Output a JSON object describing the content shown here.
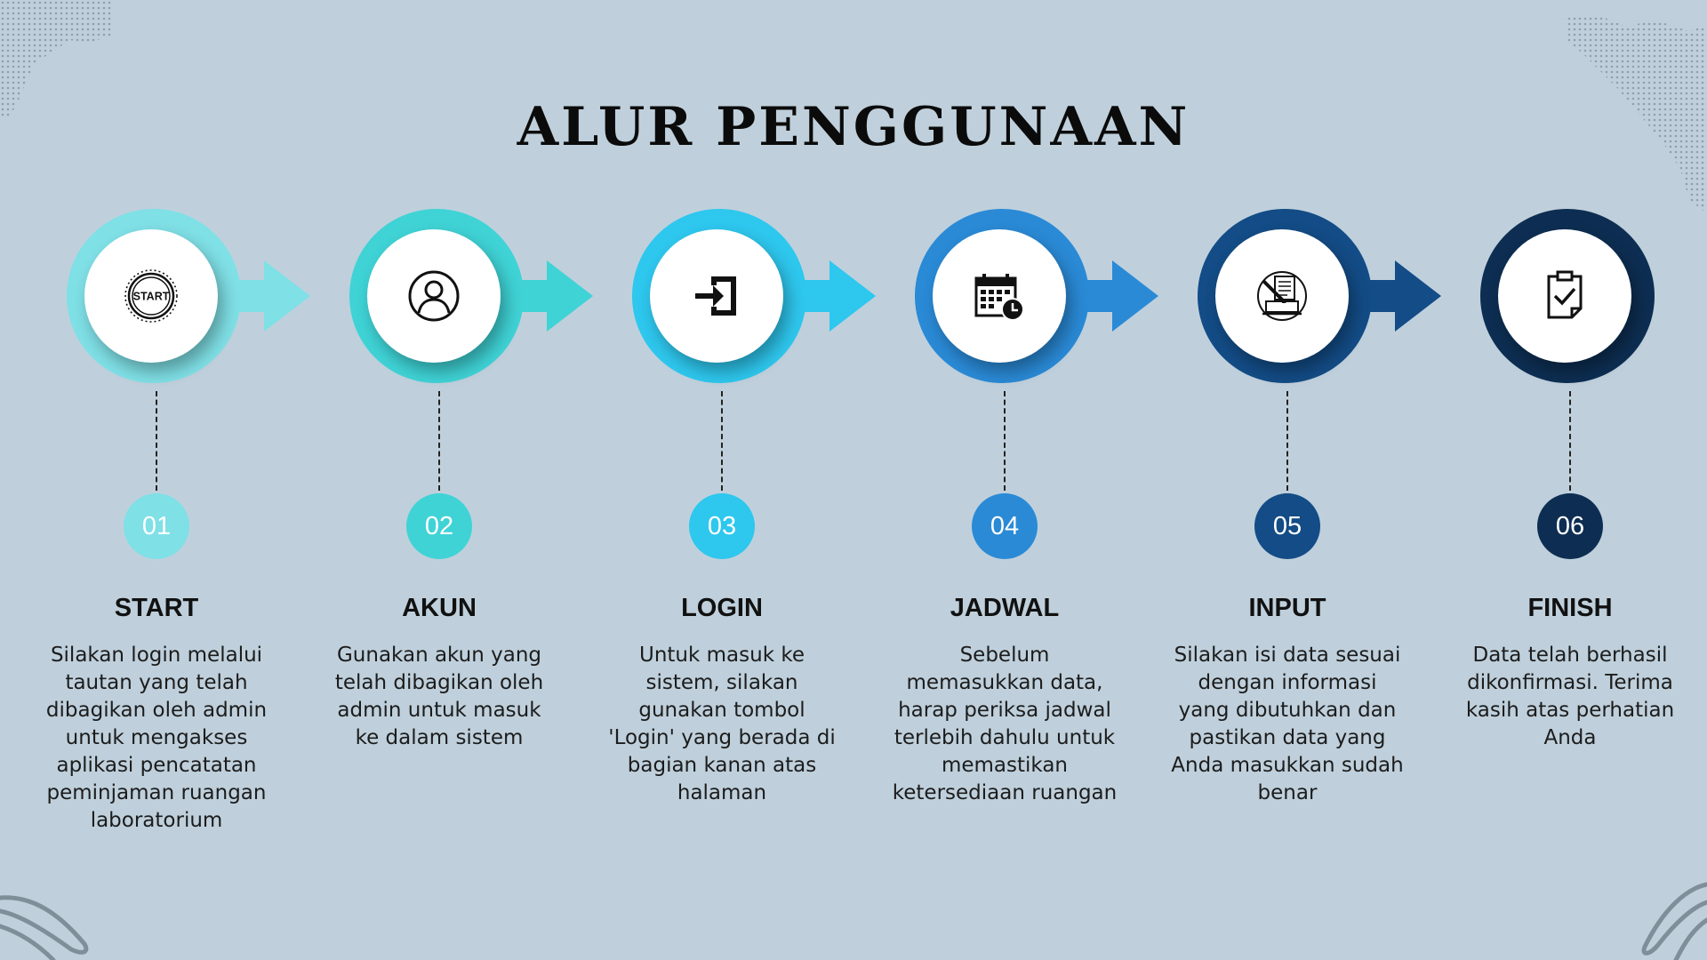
{
  "title": "ALUR PENGGUNAAN",
  "colors": {
    "background": "#bfd0dc",
    "step_1": "#7fe0e6",
    "step_2": "#3fd3d6",
    "step_3": "#2ec7ee",
    "step_4": "#2a8ad6",
    "step_5": "#134c86",
    "step_6": "#0d2e52"
  },
  "steps": [
    {
      "number": "01",
      "label": "START",
      "icon": "start-badge-icon",
      "description": "Silakan login melalui tautan yang telah dibagikan oleh admin untuk mengakses aplikasi pencatatan peminjaman ruangan laboratorium"
    },
    {
      "number": "02",
      "label": "AKUN",
      "icon": "user-icon",
      "description": "Gunakan akun yang telah dibagikan oleh admin untuk masuk ke dalam sistem"
    },
    {
      "number": "03",
      "label": "LOGIN",
      "icon": "login-icon",
      "description": "Untuk masuk ke sistem, silakan gunakan tombol 'Login' yang berada di bagian kanan atas halaman"
    },
    {
      "number": "04",
      "label": "JADWAL",
      "icon": "calendar-clock-icon",
      "description": "Sebelum memasukkan data, harap periksa jadwal terlebih dahulu untuk memastikan ketersediaan ruangan"
    },
    {
      "number": "05",
      "label": "INPUT",
      "icon": "data-input-icon",
      "description": "Silakan isi data sesuai dengan informasi yang dibutuhkan dan pastikan data yang Anda masukkan sudah benar"
    },
    {
      "number": "06",
      "label": "FINISH",
      "icon": "clipboard-check-icon",
      "description": "Data telah berhasil dikonfirmasi. Terima kasih atas perhatian Anda"
    }
  ]
}
